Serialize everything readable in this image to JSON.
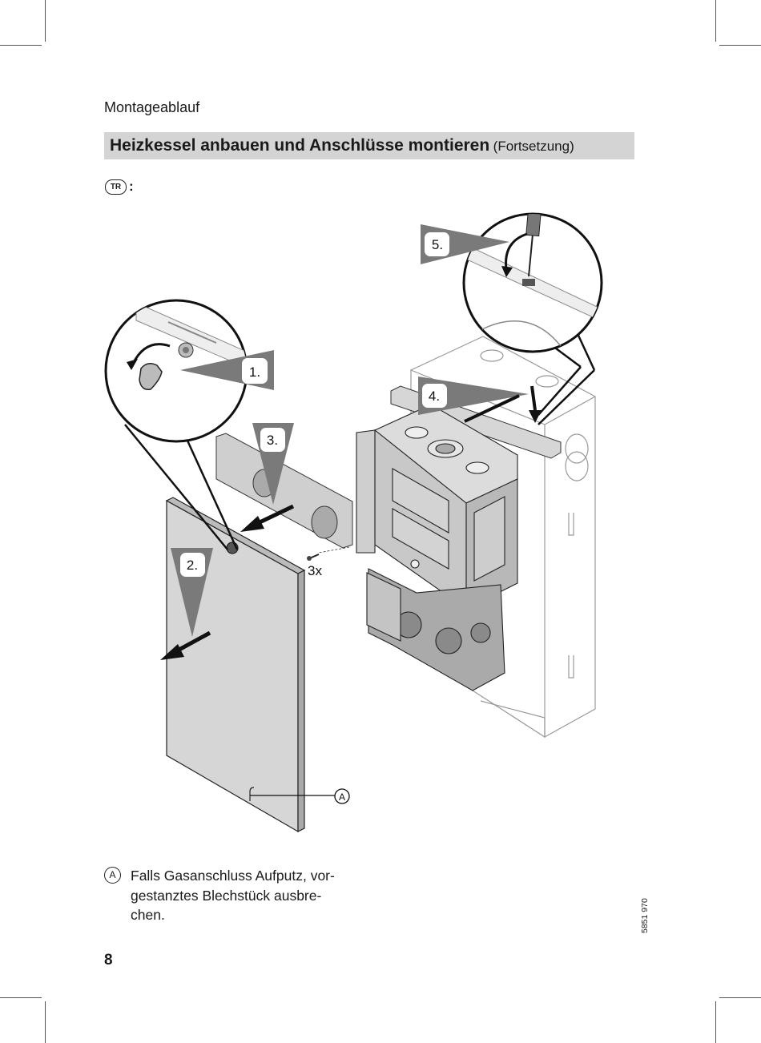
{
  "header": {
    "section": "Montageablauf",
    "title_main": "Heizkessel anbauen und Anschlüsse montieren",
    "title_sub": "(Fortsetzung)"
  },
  "country": {
    "code": "TR",
    "suffix": ":"
  },
  "illustration": {
    "steps": [
      "1.",
      "2.",
      "3.",
      "4.",
      "5."
    ],
    "screw_count": "3x",
    "callout": "A"
  },
  "legend": {
    "marker": "A",
    "text": "Falls Gasanschluss Aufputz, vor-\ngestanztes Blechstück ausbre-\nchen."
  },
  "footer": {
    "doc_number": "5851 970",
    "page": "8"
  }
}
